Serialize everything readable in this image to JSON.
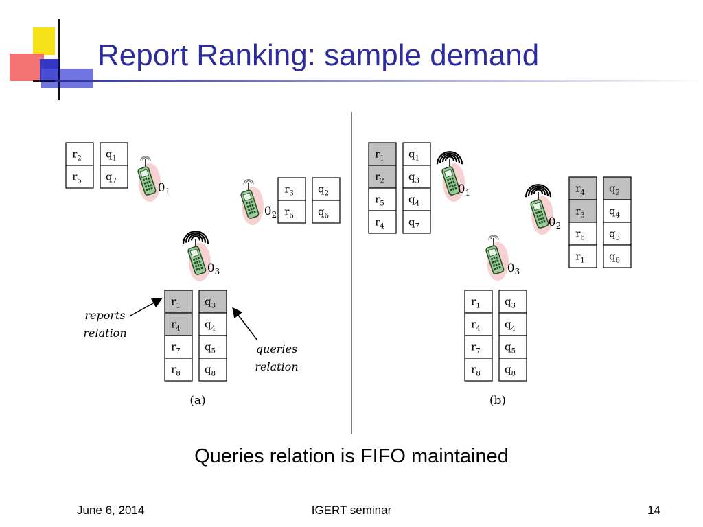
{
  "slide": {
    "title": "Report Ranking: sample demand",
    "caption": "Queries relation is FIFO maintained",
    "footer_left": "June 6, 2014",
    "footer_center": "IGERT seminar",
    "footer_right": "14"
  },
  "diagram": {
    "panel_a": {
      "label": "(a)",
      "nodes": [
        {
          "name": "0",
          "sub": "1",
          "signal": "weak",
          "reports": [
            [
              "r",
              "2",
              false
            ],
            [
              "r",
              "5",
              false
            ]
          ],
          "queries": [
            [
              "q",
              "1",
              false
            ],
            [
              "q",
              "7",
              false
            ]
          ]
        },
        {
          "name": "0",
          "sub": "2",
          "signal": "weak",
          "reports": [
            [
              "r",
              "3",
              false
            ],
            [
              "r",
              "6",
              false
            ]
          ],
          "queries": [
            [
              "q",
              "2",
              false
            ],
            [
              "q",
              "6",
              false
            ]
          ]
        },
        {
          "name": "0",
          "sub": "3",
          "signal": "strong",
          "reports": [
            [
              "r",
              "1",
              true
            ],
            [
              "r",
              "4",
              true
            ],
            [
              "r",
              "7",
              false
            ],
            [
              "r",
              "8",
              false
            ]
          ],
          "queries": [
            [
              "q",
              "3",
              true
            ],
            [
              "q",
              "4",
              false
            ],
            [
              "q",
              "5",
              false
            ],
            [
              "q",
              "8",
              false
            ]
          ]
        }
      ],
      "annotations": [
        {
          "line1": "reports",
          "line2": "relation"
        },
        {
          "line1": "queries",
          "line2": "relation"
        }
      ]
    },
    "panel_b": {
      "label": "(b)",
      "nodes": [
        {
          "name": "0",
          "sub": "1",
          "signal": "strong",
          "reports": [
            [
              "r",
              "1",
              true
            ],
            [
              "r",
              "2",
              true
            ],
            [
              "r",
              "5",
              false
            ],
            [
              "r",
              "4",
              false
            ]
          ],
          "queries": [
            [
              "q",
              "1",
              false
            ],
            [
              "q",
              "3",
              false
            ],
            [
              "q",
              "4",
              false
            ],
            [
              "q",
              "7",
              false
            ]
          ]
        },
        {
          "name": "0",
          "sub": "2",
          "signal": "strong",
          "reports": [
            [
              "r",
              "4",
              true
            ],
            [
              "r",
              "3",
              true
            ],
            [
              "r",
              "6",
              false
            ],
            [
              "r",
              "1",
              false
            ]
          ],
          "queries": [
            [
              "q",
              "2",
              true
            ],
            [
              "q",
              "4",
              false
            ],
            [
              "q",
              "3",
              false
            ],
            [
              "q",
              "6",
              false
            ]
          ]
        },
        {
          "name": "0",
          "sub": "3",
          "signal": "weak",
          "reports": [
            [
              "r",
              "1",
              false
            ],
            [
              "r",
              "4",
              false
            ],
            [
              "r",
              "7",
              false
            ],
            [
              "r",
              "8",
              false
            ]
          ],
          "queries": [
            [
              "q",
              "3",
              false
            ],
            [
              "q",
              "4",
              false
            ],
            [
              "q",
              "5",
              false
            ],
            [
              "q",
              "8",
              false
            ]
          ]
        }
      ]
    }
  }
}
